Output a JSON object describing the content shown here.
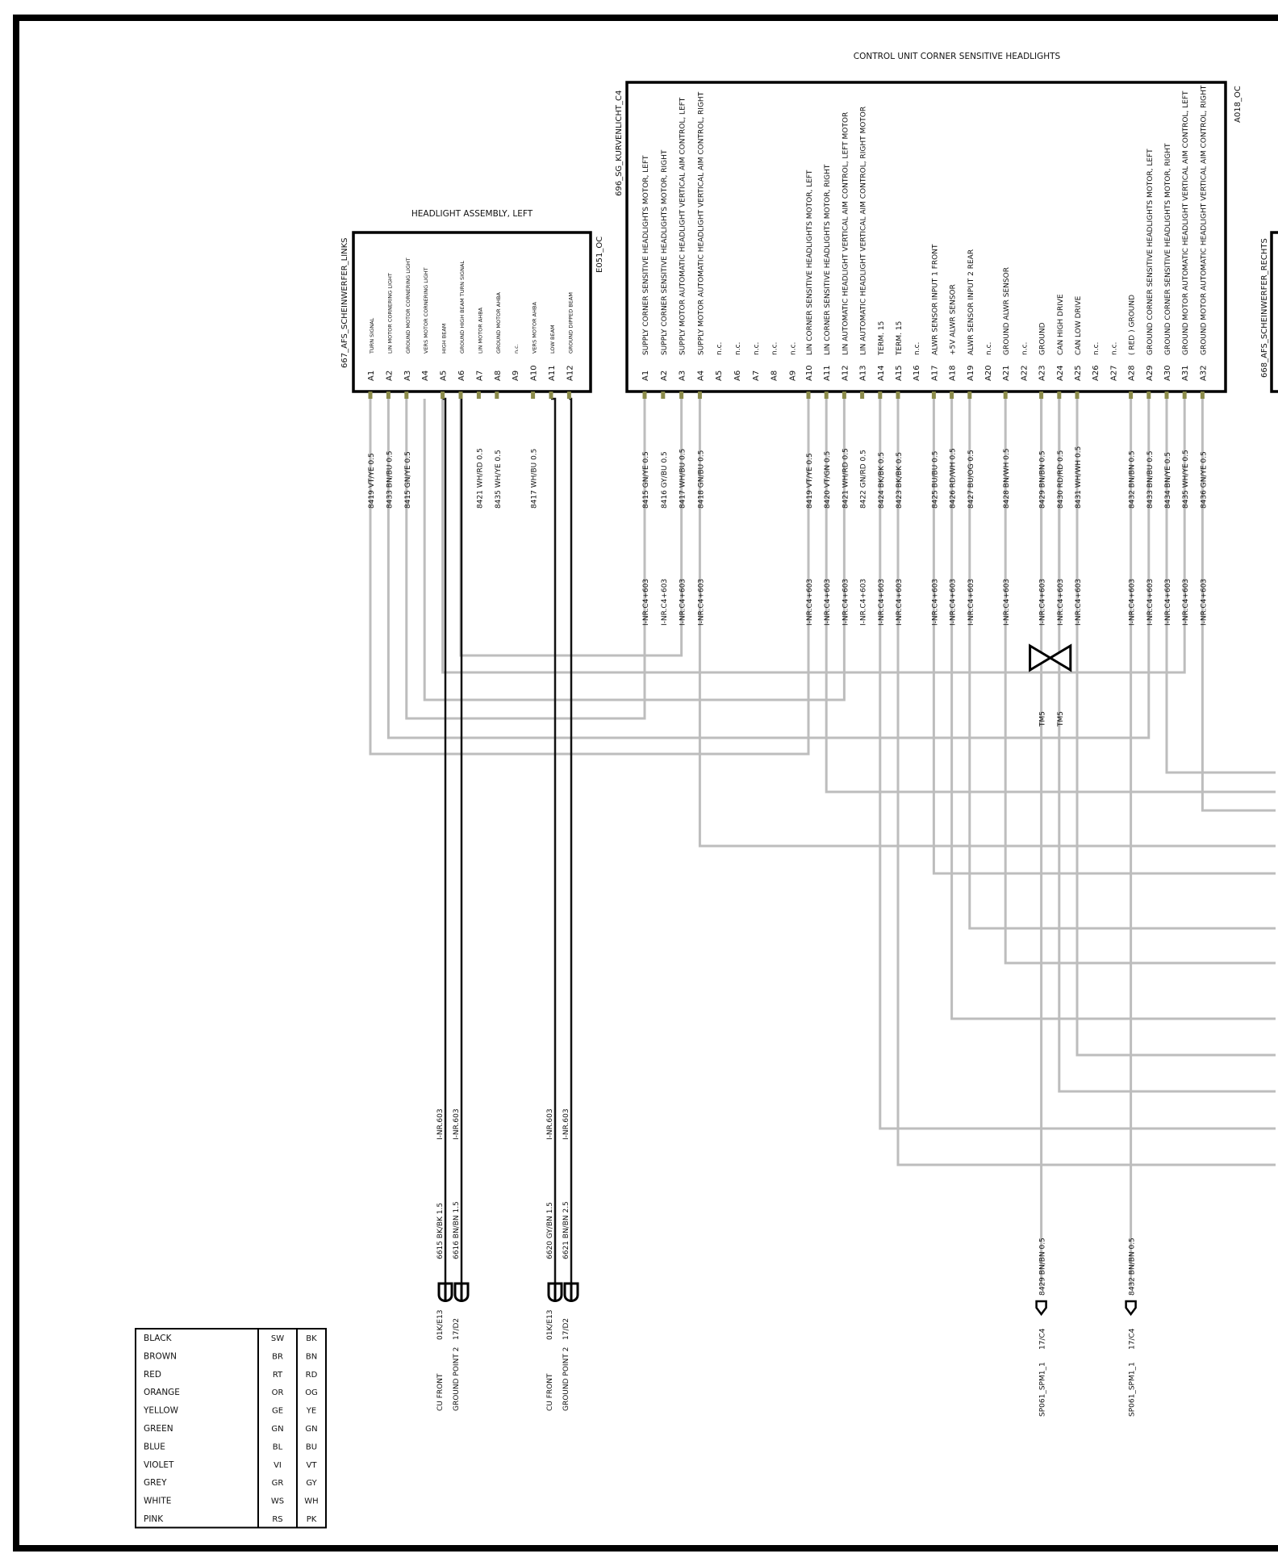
{
  "left_unit": {
    "title": "HEADLIGHT ASSEMBLY, LEFT",
    "connector": "667_AFS_SCHEINWERFER_LINKS",
    "code": "E051_OC",
    "pins": [
      {
        "pin": "A1",
        "signal": "TURN SIGNAL",
        "wire": "8419 VT/YE 0.5",
        "route": 0
      },
      {
        "pin": "A2",
        "signal": "LIN MOTOR CORNERING LIGHT",
        "wire": "8433 BN/BU 0.5",
        "route": 1
      },
      {
        "pin": "A3",
        "signal": "GROUND MOTOR CORNERING LIGHT",
        "wire": "8415 GN/YE 0.5",
        "route": 2
      },
      {
        "pin": "A4",
        "signal": "VERS MOTOR CORNERING LIGHT",
        "wire": "",
        "route": null
      },
      {
        "pin": "A5",
        "signal": "HIGH BEAM",
        "wire": "",
        "route": null
      },
      {
        "pin": "A6",
        "signal": "GROUND HIGH BEAM  TURN SIGNAL",
        "wire": "",
        "route": null
      },
      {
        "pin": "A7",
        "signal": "LIN MOTOR AHBA",
        "wire": "8421 WH/RD 0.5",
        "route": 3
      },
      {
        "pin": "A8",
        "signal": "GROUND MOTOR AHBA",
        "wire": "8435 WH/YE 0.5",
        "route": 4
      },
      {
        "pin": "A9",
        "signal": "n.c.",
        "wire": "",
        "route": null
      },
      {
        "pin": "A10",
        "signal": "VERS MOTOR AHBA",
        "wire": "8417 WH/BU 0.5",
        "route": 5
      },
      {
        "pin": "A11",
        "signal": "LOW BEAM",
        "wire": "",
        "route": null
      },
      {
        "pin": "A12",
        "signal": "GROUND DIPPED BEAM",
        "wire": "",
        "route": null
      }
    ]
  },
  "control_unit": {
    "title": "CONTROL UNIT  CORNER SENSITIVE HEADLIGHTS",
    "connector": "696_SG_KURVENLICHT_C4",
    "code": "A018_OC",
    "inline_label": "I-NR.C4+603",
    "pins": [
      {
        "pin": "A1",
        "signal": "SUPPLY  CORNER SENSITIVE HEADLIGHTS  MOTOR, LEFT",
        "wire": "8415 GN/YE 0.5"
      },
      {
        "pin": "A2",
        "signal": "SUPPLY  CORNER SENSITIVE HEADLIGHTS  MOTOR, RIGHT",
        "wire": "8416 GY/BU 0.5"
      },
      {
        "pin": "A3",
        "signal": "SUPPLY  MOTOR  AUTOMATIC HEADLIGHT VERTICAL AIM CONTROL, LEFT",
        "wire": "8417 WH/BU 0.5"
      },
      {
        "pin": "A4",
        "signal": "SUPPLY  MOTOR  AUTOMATIC HEADLIGHT VERTICAL AIM CONTROL, RIGHT",
        "wire": "8418 GN/BU 0.5"
      },
      {
        "pin": "A5",
        "signal": "n.c.",
        "wire": ""
      },
      {
        "pin": "A6",
        "signal": "n.c.",
        "wire": ""
      },
      {
        "pin": "A7",
        "signal": "n.c.",
        "wire": ""
      },
      {
        "pin": "A8",
        "signal": "n.c.",
        "wire": ""
      },
      {
        "pin": "A9",
        "signal": "n.c.",
        "wire": ""
      },
      {
        "pin": "A10",
        "signal": "LIN   CORNER SENSITIVE HEADLIGHTS  MOTOR, LEFT",
        "wire": "8419 VT/YE 0.5"
      },
      {
        "pin": "A11",
        "signal": "LIN   CORNER SENSITIVE HEADLIGHTS  MOTOR, RIGHT",
        "wire": "8420 VT/GN 0.5"
      },
      {
        "pin": "A12",
        "signal": "LIN   AUTOMATIC HEADLIGHT VERTICAL AIM CONTROL, LEFT  MOTOR",
        "wire": "8421 WH/RD 0.5"
      },
      {
        "pin": "A13",
        "signal": "LIN   AUTOMATIC HEADLIGHT VERTICAL AIM CONTROL, RIGHT  MOTOR",
        "wire": "8422 GN/RD 0.5"
      },
      {
        "pin": "A14",
        "signal": "TERM. 15",
        "wire": "8424 BK/BK 0.5"
      },
      {
        "pin": "A15",
        "signal": "TERM. 15",
        "wire": "8423 BK/BK 0.5"
      },
      {
        "pin": "A16",
        "signal": "n.c.",
        "wire": ""
      },
      {
        "pin": "A17",
        "signal": "ALWR SENSOR  INPUT 1 FRONT",
        "wire": "8425 BU/BU 0.5"
      },
      {
        "pin": "A18",
        "signal": "+5V ALWR SENSOR",
        "wire": "8426 RD/WH 0.5"
      },
      {
        "pin": "A19",
        "signal": "ALWR SENSOR  INPUT 2 REAR",
        "wire": "8427 BU/OG 0.5"
      },
      {
        "pin": "A20",
        "signal": "n.c.",
        "wire": ""
      },
      {
        "pin": "A21",
        "signal": "GROUND ALWR SENSOR",
        "wire": "8428 BN/WH 0.5"
      },
      {
        "pin": "A22",
        "signal": "n.c.",
        "wire": ""
      },
      {
        "pin": "A23",
        "signal": "GROUND",
        "wire": "8429 BN/BN 0.5"
      },
      {
        "pin": "A24",
        "signal": "CAN HIGH DRIVE",
        "wire": "8430 RD/RD 0.5"
      },
      {
        "pin": "A25",
        "signal": "CAN LOW DRIVE",
        "wire": "8431 WH/WH 0.5"
      },
      {
        "pin": "A26",
        "signal": "n.c.",
        "wire": ""
      },
      {
        "pin": "A27",
        "signal": "n.c.",
        "wire": ""
      },
      {
        "pin": "A28",
        "signal": "( RED ) GROUND",
        "wire": "8432 BN/BN 0.5"
      },
      {
        "pin": "A29",
        "signal": "GROUND  CORNER SENSITIVE HEADLIGHTS  MOTOR, LEFT",
        "wire": "8433 BN/BU 0.5"
      },
      {
        "pin": "A30",
        "signal": "GROUND  CORNER SENSITIVE HEADLIGHTS  MOTOR, RIGHT",
        "wire": "8434 BN/YE 0.5"
      },
      {
        "pin": "A31",
        "signal": "GROUND MOTOR  AUTOMATIC HEADLIGHT VERTICAL AIM CONTROL, LEFT",
        "wire": "8435 WH/YE 0.5"
      },
      {
        "pin": "A32",
        "signal": "GROUND MOTOR  AUTOMATIC HEADLIGHT VERTICAL AIM CONTROL, RIGHT",
        "wire": "8436 GN/YE 0.5"
      }
    ]
  },
  "right_unit": {
    "connector": "668_AFS_SCHEINWERFER_RECHTS"
  },
  "twist_label": "TM5",
  "ground_wires": [
    {
      "inr": "I-NR.603",
      "wire": "6615 BK/BK 1.5",
      "pos": "01K/E13",
      "dest": "CU FRONT"
    },
    {
      "inr": "I-NR.603",
      "wire": "6616 BN/BN 1.5",
      "pos": "17/D2",
      "dest": "GROUND POINT 2"
    },
    {
      "inr": "I-NR.603",
      "wire": "6620 GY/BN 1.5",
      "pos": "01K/E13",
      "dest": "CU FRONT"
    },
    {
      "inr": "I-NR.603",
      "wire": "6621 BN/BN 2.5",
      "pos": "17/D2",
      "dest": "GROUND POINT 2"
    }
  ],
  "splices": [
    {
      "wire": "8429 BN/BN 0.5",
      "pos": "17/C4",
      "dest": "SP061_SPM1_1"
    },
    {
      "wire": "8432 BN/BN 0.5",
      "pos": "17/C4",
      "dest": "SP061_SPM1_1"
    }
  ],
  "color_legend": [
    {
      "name": "BLACK",
      "de": "SW",
      "en": "BK"
    },
    {
      "name": "BROWN",
      "de": "BR",
      "en": "BN"
    },
    {
      "name": "RED",
      "de": "RT",
      "en": "RD"
    },
    {
      "name": "ORANGE",
      "de": "OR",
      "en": "OG"
    },
    {
      "name": "YELLOW",
      "de": "GE",
      "en": "YE"
    },
    {
      "name": "GREEN",
      "de": "GN",
      "en": "GN"
    },
    {
      "name": "BLUE",
      "de": "BL",
      "en": "BU"
    },
    {
      "name": "VIOLET",
      "de": "VI",
      "en": "VT"
    },
    {
      "name": "GREY",
      "de": "GR",
      "en": "GY"
    },
    {
      "name": "WHITE",
      "de": "WS",
      "en": "WH"
    },
    {
      "name": "PINK",
      "de": "RS",
      "en": "PK"
    }
  ],
  "colors": {
    "wire": "#bdbdbd",
    "ground_wire": "#111111",
    "pin_stub": "#8b8b4a",
    "frame": "#000000"
  }
}
